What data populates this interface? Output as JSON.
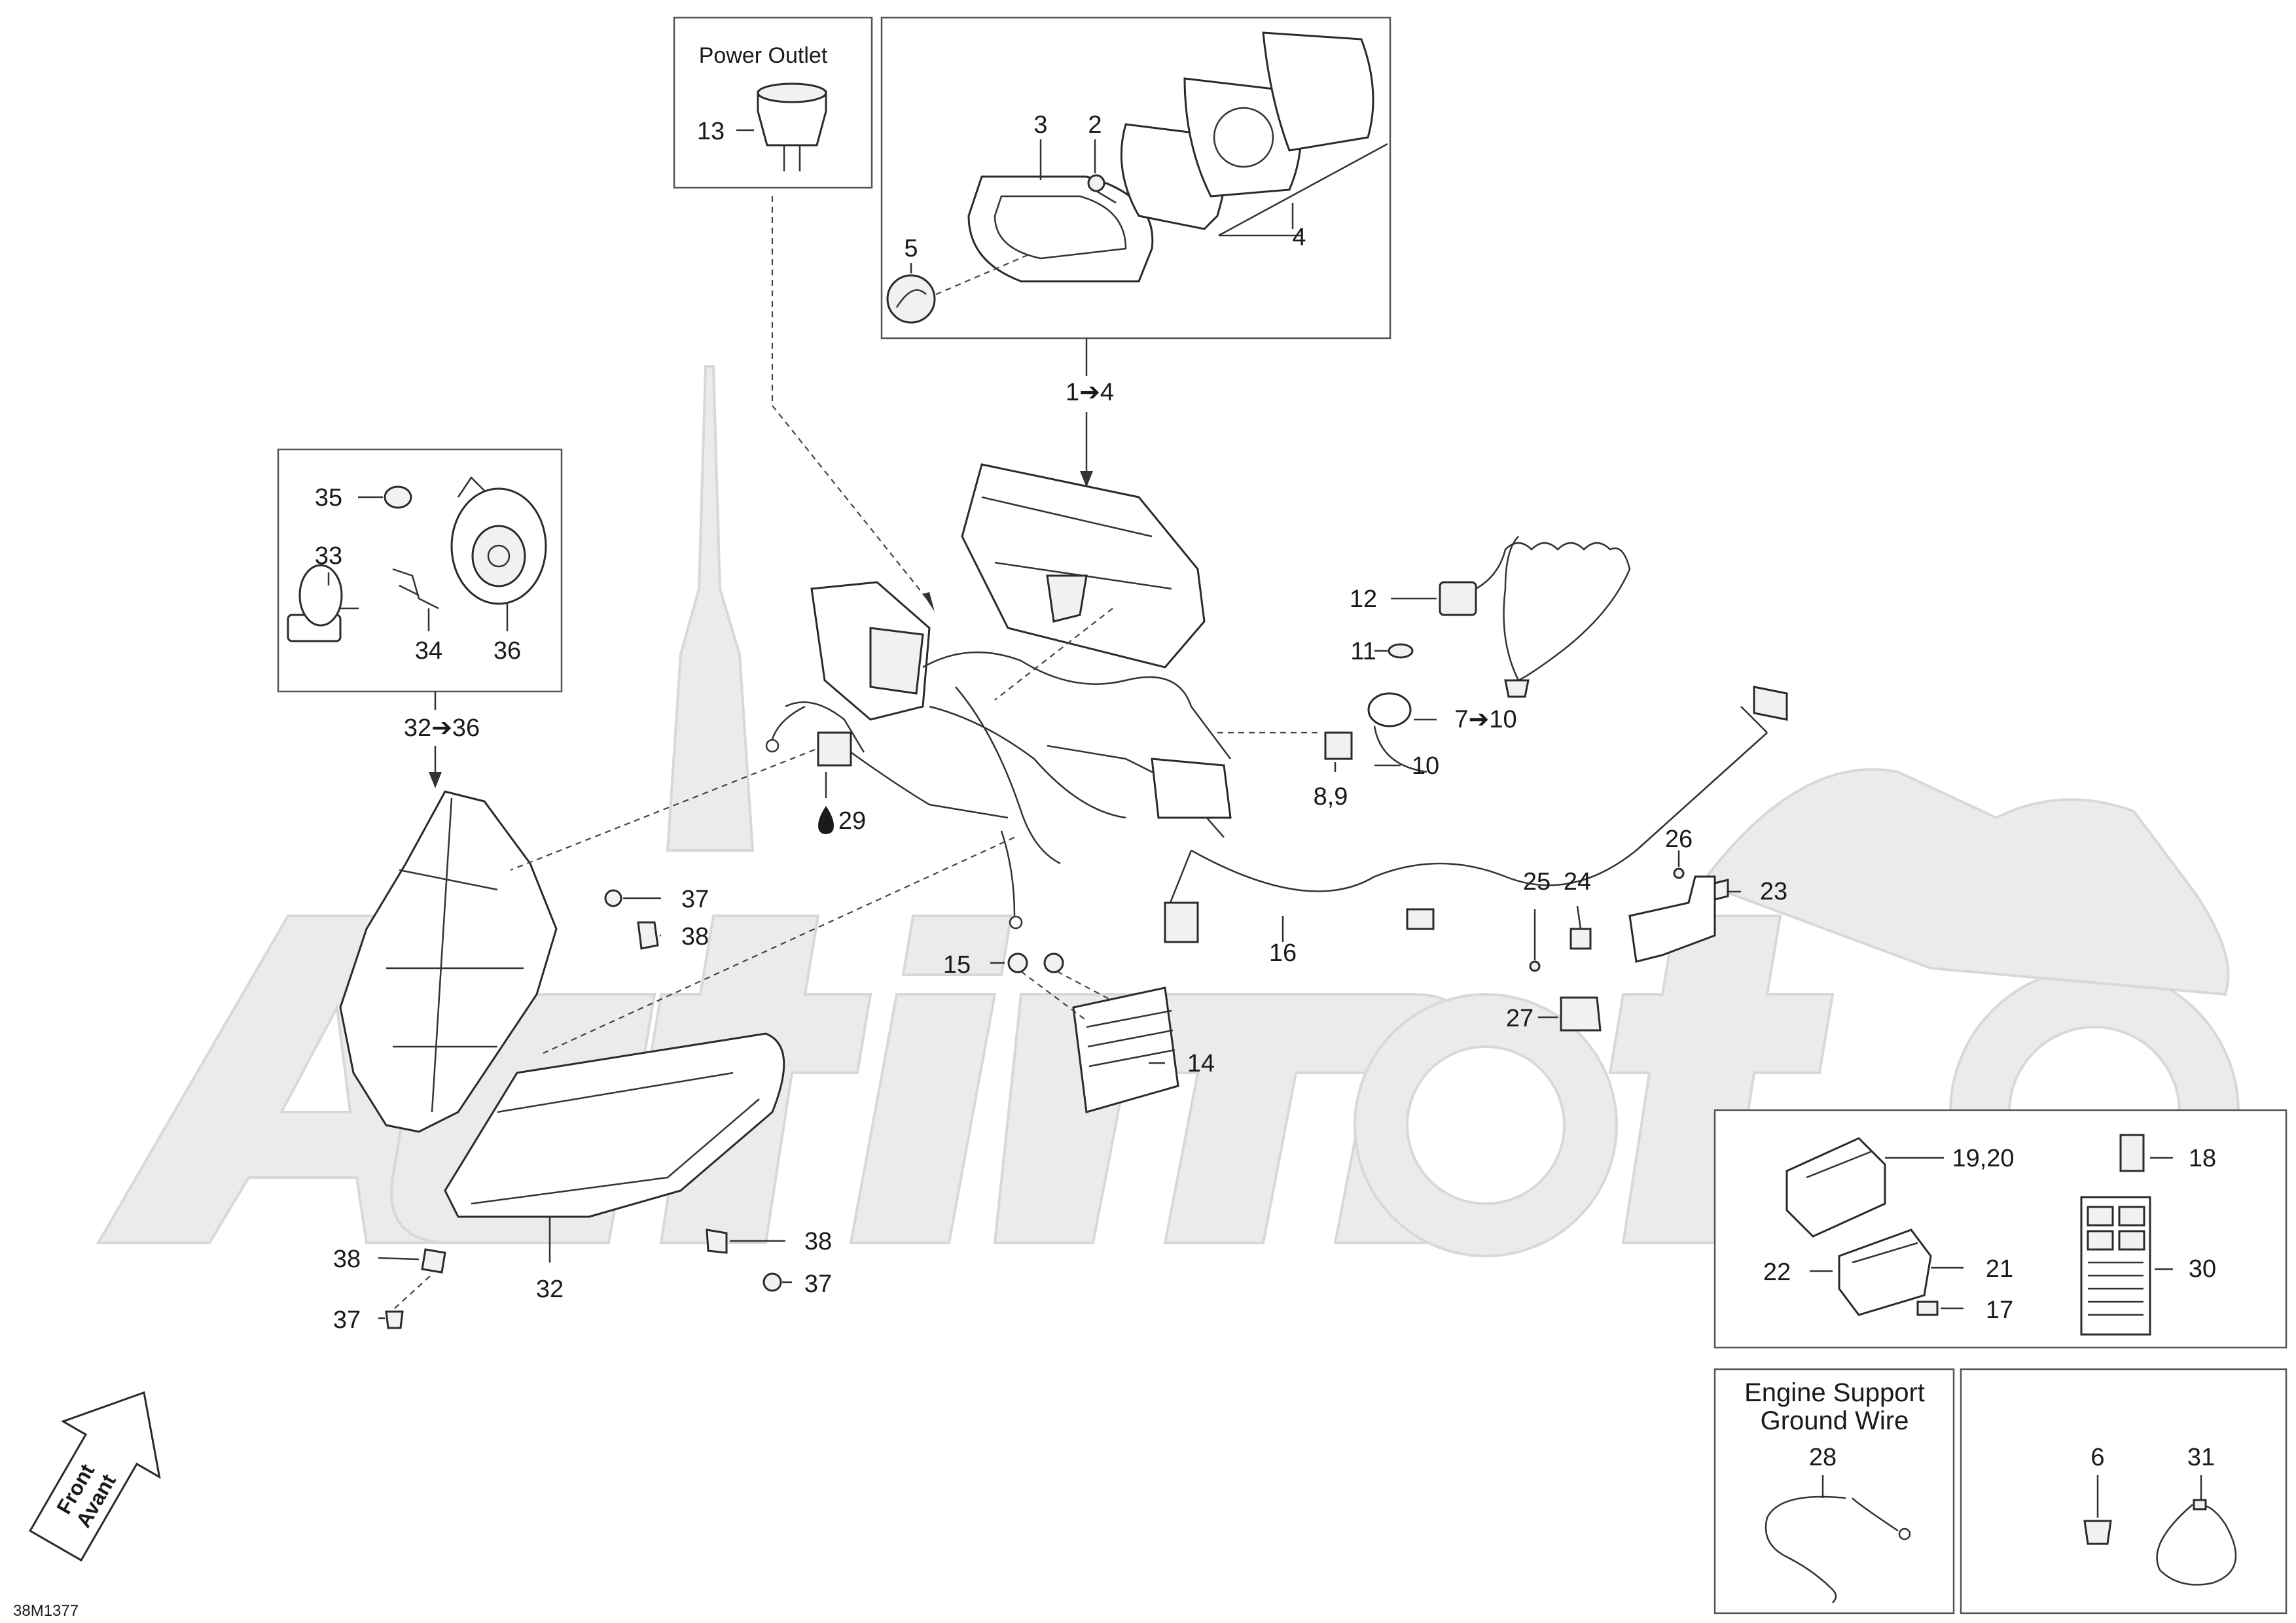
{
  "drawing_code": "38M1377",
  "boxes": {
    "power_outlet_title": "Power Outlet",
    "engine_support_title_line1": "Engine Support",
    "engine_support_title_line2": "Ground Wire"
  },
  "front_arrow": {
    "line1": "Front",
    "line2": "Avant"
  },
  "callouts": {
    "c13": "13",
    "c3": "3",
    "c2": "2",
    "c5": "5",
    "c4": "4",
    "c1to4": "1➔4",
    "c35": "35",
    "c33": "33",
    "c34": "34",
    "c36": "36",
    "c32to36": "32➔36",
    "c12": "12",
    "c11": "11",
    "c7to10": "7➔10",
    "c10": "10",
    "c89": "8,9",
    "c29": "29",
    "c37a": "37",
    "c38a": "38",
    "c15": "15",
    "c14": "14",
    "c16": "16",
    "c26": "26",
    "c25": "25",
    "c24": "24",
    "c23": "23",
    "c27": "27",
    "c38b": "38",
    "c37b": "37",
    "c32": "32",
    "c38c": "38",
    "c37c": "37",
    "c1920": "19,20",
    "c18": "18",
    "c22": "22",
    "c21": "21",
    "c30": "30",
    "c17": "17",
    "c28": "28",
    "c6": "6",
    "c31": "31"
  },
  "icons": {
    "callout_29_symbol": "oil-drop-icon",
    "orientation_marker": "front-arrow-icon",
    "watermark": "actimoto-watermark-logo"
  }
}
